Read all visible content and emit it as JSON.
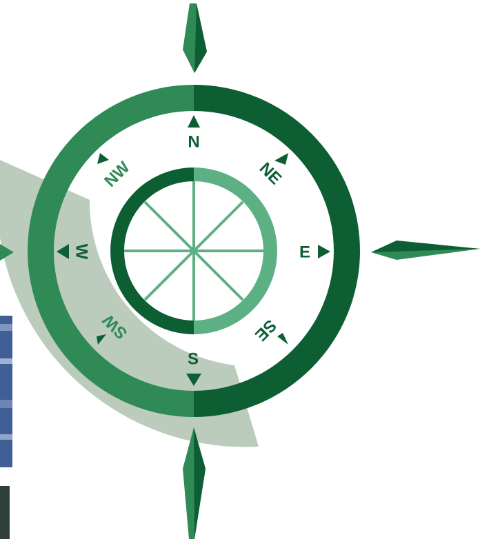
{
  "colors": {
    "dark_green": "#0d5e33",
    "mid_green": "#2f8a55",
    "light_green": "#5cb083",
    "faded_gray_green": "#b7c9b8",
    "photo_blue": "#3f5f95",
    "background": "#ffffff"
  },
  "compass": {
    "labels": {
      "n": "N",
      "ne": "NE",
      "e": "E",
      "se": "SE",
      "s": "S",
      "sw": "SW",
      "w": "W",
      "nw": "NW"
    }
  }
}
